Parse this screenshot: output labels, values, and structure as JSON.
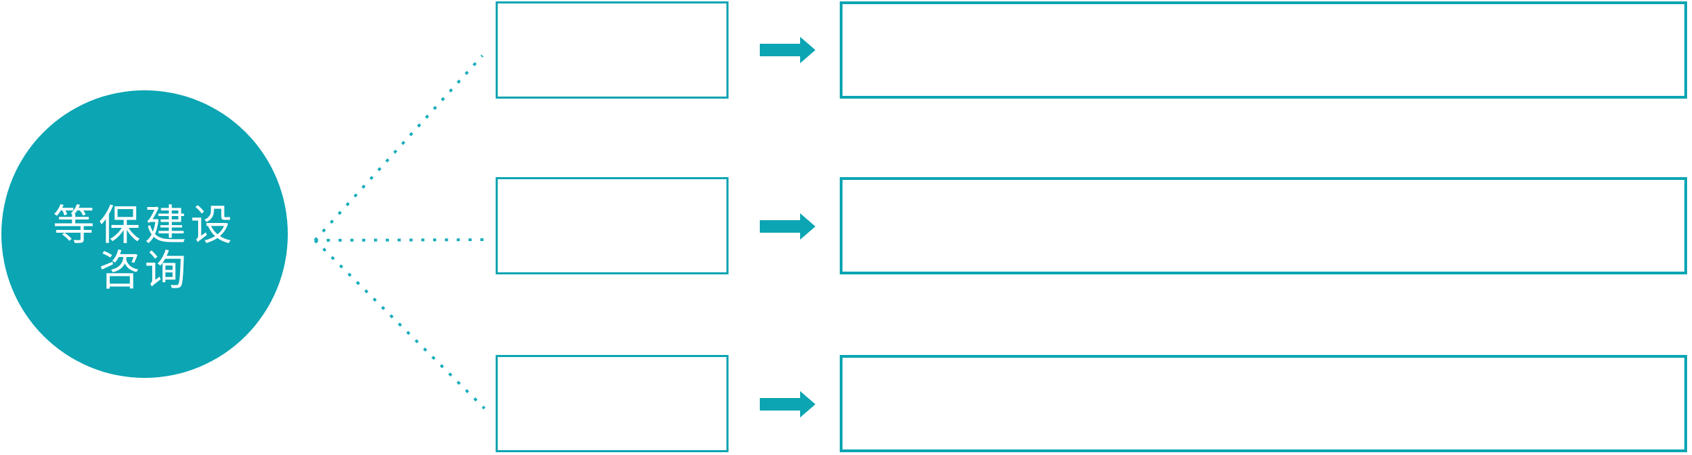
{
  "diagram": {
    "circle": {
      "label_line1": "等保建设",
      "label_line2": "咨询"
    },
    "branches": [
      {
        "step_label": "",
        "detail_label": ""
      },
      {
        "step_label": "",
        "detail_label": ""
      },
      {
        "step_label": "",
        "detail_label": ""
      }
    ]
  },
  "icons": {
    "arrow": "right-block-arrow",
    "connector": "dotted-ray"
  },
  "colors": {
    "accent": "#0ba5b3",
    "dots": "#19adbb",
    "circle-text": "#ffffff",
    "background": "#ffffff"
  }
}
